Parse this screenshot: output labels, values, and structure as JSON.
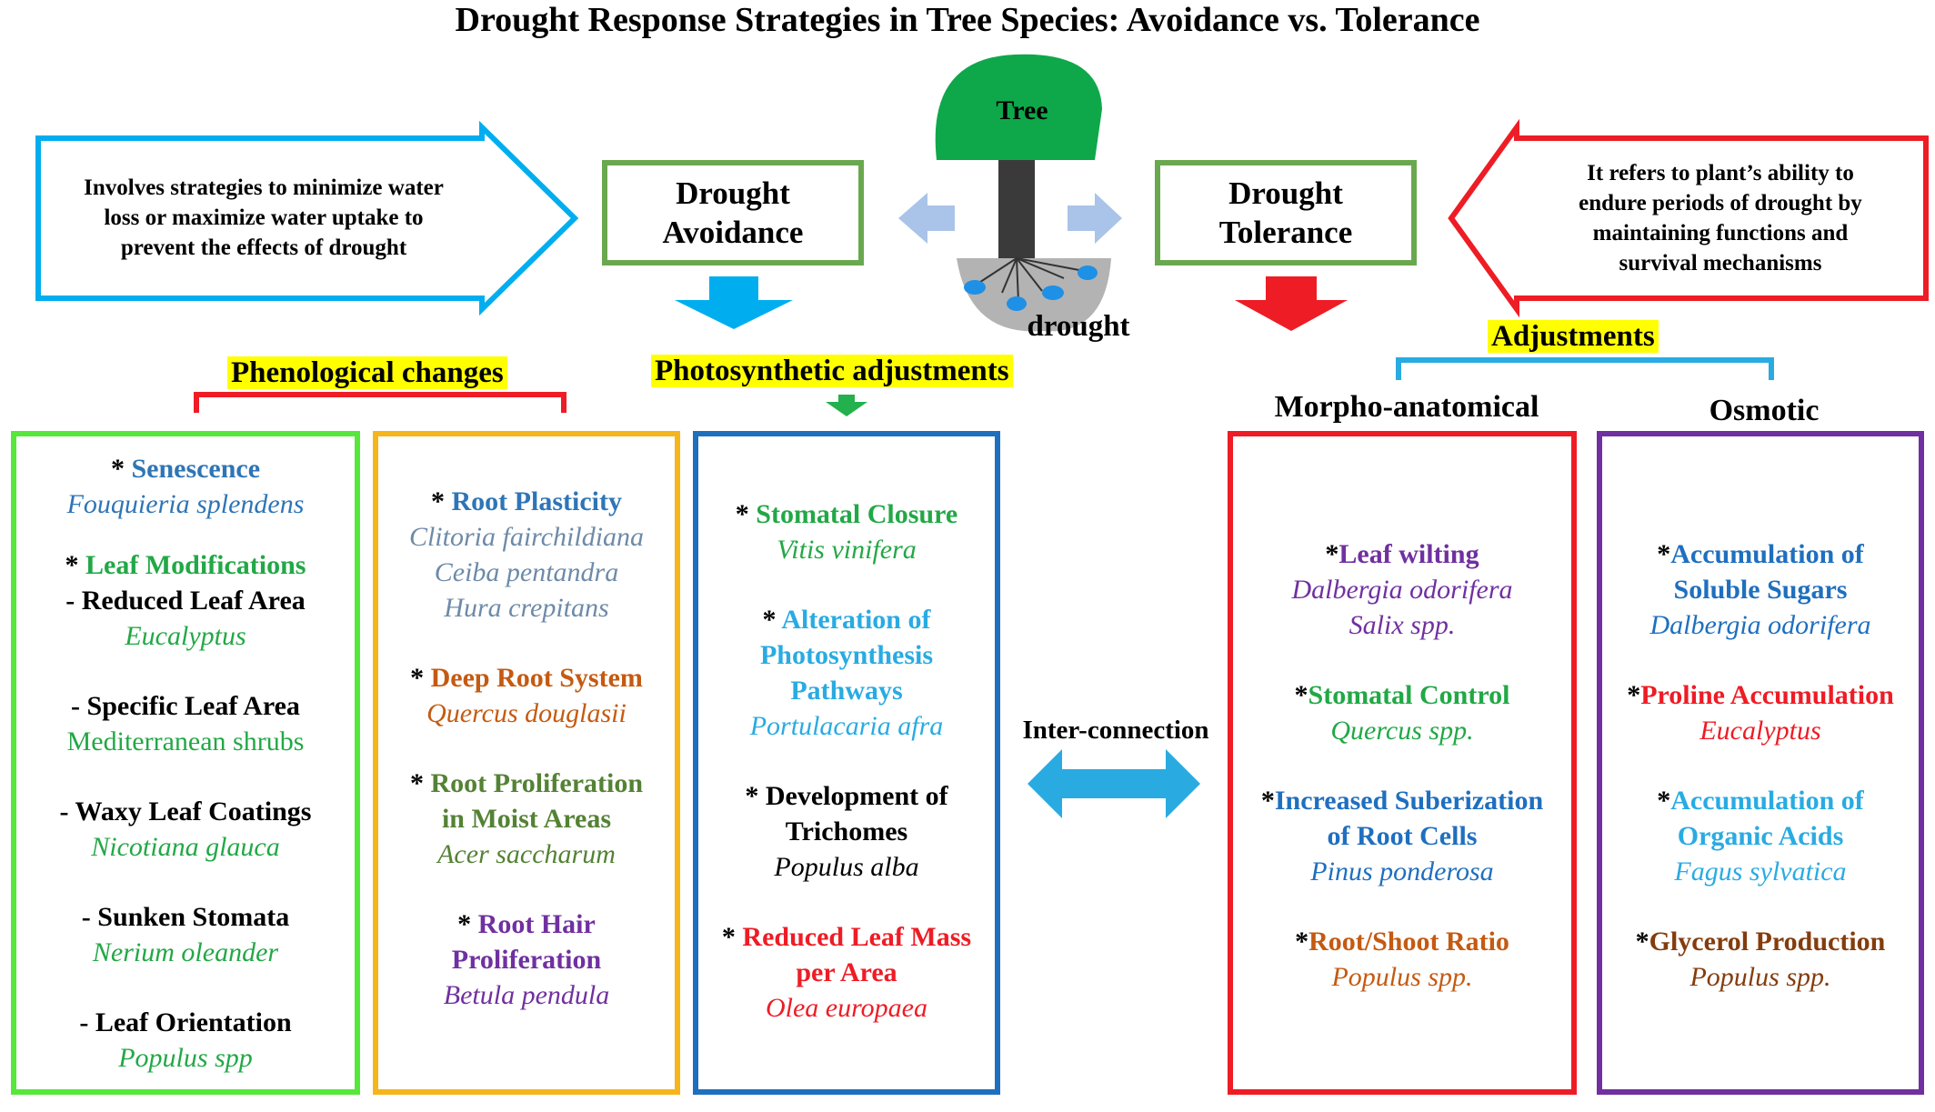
{
  "title": "Drought Response Strategies in Tree Species: Avoidance vs. Tolerance",
  "tree": {
    "label": "Tree",
    "root_label": "drought"
  },
  "avoidance": {
    "label_line1": "Drought",
    "label_line2": "Avoidance",
    "description_lines": [
      "Involves strategies to minimize water",
      "loss or maximize water uptake to",
      "prevent the effects of drought"
    ]
  },
  "tolerance": {
    "label_line1": "Drought",
    "label_line2": "Tolerance",
    "description_lines": [
      "It refers to plant’s ability to",
      "endure periods of drought by",
      "maintaining functions and",
      "survival mechanisms"
    ]
  },
  "headers": {
    "phenological": "Phenological changes",
    "photosynthetic": "Photosynthetic adjustments",
    "adjustments": "Adjustments",
    "morpho": "Morpho-anatomical",
    "osmotic": "Osmotic",
    "interconnection": "Inter-connection"
  },
  "col1": {
    "items": [
      {
        "prefix": "* ",
        "title": "Senescence",
        "species": "Fouquieria splendens"
      },
      {
        "prefix": "* ",
        "title": "Leaf Modifications",
        "sub": "- Reduced Leaf Area",
        "species": "Eucalyptus"
      },
      {
        "prefix": "-  ",
        "title": "Specific Leaf Area",
        "species": "Mediterranean shrubs"
      },
      {
        "prefix": "-  ",
        "title": "Waxy Leaf Coatings",
        "species": "Nicotiana glauca"
      },
      {
        "prefix": "-  ",
        "title": "Sunken Stomata",
        "species": "Nerium oleander"
      },
      {
        "prefix": "-  ",
        "title": "Leaf Orientation",
        "species": "Populus spp"
      }
    ]
  },
  "col2": {
    "items": [
      {
        "prefix": "* ",
        "title": "Root Plasticity",
        "species_lines": [
          "Clitoria fairchildiana",
          "Ceiba pentandra",
          "Hura crepitans"
        ]
      },
      {
        "prefix": "* ",
        "title": "Deep Root System",
        "species_lines": [
          "Quercus douglasii"
        ]
      },
      {
        "prefix": "* ",
        "title_lines": [
          "Root Proliferation",
          "in Moist Areas"
        ],
        "species_lines": [
          "Acer saccharum"
        ]
      },
      {
        "prefix": "* ",
        "title_lines": [
          "Root Hair",
          "Proliferation"
        ],
        "species_lines": [
          "Betula pendula"
        ]
      }
    ]
  },
  "col3": {
    "items": [
      {
        "prefix": "* ",
        "title_lines": [
          "Stomatal Closure"
        ],
        "species": "Vitis vinifera"
      },
      {
        "prefix": "* ",
        "title_lines": [
          "Alteration of",
          "Photosynthesis",
          "Pathways"
        ],
        "species": "Portulacaria afra"
      },
      {
        "prefix": "* ",
        "title_lines": [
          "Development of",
          "Trichomes"
        ],
        "species": "Populus alba"
      },
      {
        "prefix": "* ",
        "title_lines": [
          "Reduced Leaf Mass",
          "per Area"
        ],
        "species": "Olea europaea"
      }
    ]
  },
  "col4": {
    "items": [
      {
        "prefix": "*",
        "title_lines": [
          "Leaf wilting"
        ],
        "species_lines": [
          "Dalbergia odorifera",
          "Salix spp."
        ]
      },
      {
        "prefix": "*",
        "title_lines": [
          "Stomatal Control"
        ],
        "species_lines": [
          "Quercus spp."
        ]
      },
      {
        "prefix": "*",
        "title_lines": [
          "Increased Suberization",
          "of Root Cells"
        ],
        "species_lines": [
          "Pinus ponderosa"
        ]
      },
      {
        "prefix": "*",
        "title_lines": [
          "Root/Shoot Ratio"
        ],
        "species_lines": [
          "Populus spp."
        ]
      }
    ]
  },
  "col5": {
    "items": [
      {
        "prefix": "*",
        "title_lines": [
          "Accumulation of",
          "Soluble Sugars"
        ],
        "species": "Dalbergia odorifera"
      },
      {
        "prefix": "*",
        "title_lines": [
          "Proline Accumulation"
        ],
        "species": "Eucalyptus"
      },
      {
        "prefix": "*",
        "title_lines": [
          "Accumulation of",
          "Organic Acids"
        ],
        "species": "Fagus sylvatica"
      },
      {
        "prefix": "*",
        "title_lines": [
          "Glycerol Production"
        ],
        "species": "Populus spp."
      }
    ]
  },
  "colors": {
    "green_box": "#6aa84f",
    "blue_outline": "#00aeef",
    "red": "#ff0000",
    "arrow_light": "#a9c4e8",
    "tree_crown": "#0ea84a",
    "trunk": "#3a3a3a",
    "root_zone": "#b3b3b3",
    "yellow": "#ffff00",
    "col1_border": "#55e83a",
    "col2_border": "#f5b51b",
    "col3_border": "#1f6fbf",
    "col4_border": "#ee1c25",
    "col5_border": "#7030a0"
  }
}
